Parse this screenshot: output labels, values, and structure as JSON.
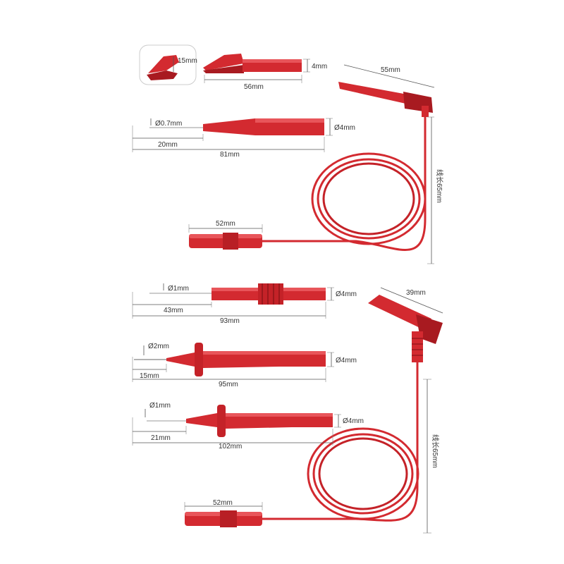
{
  "colors": {
    "probe_red": "#d32a30",
    "probe_dark": "#a81a20",
    "probe_light": "#e8555a",
    "dimension_line": "#555555"
  },
  "labels": {
    "clip_jaw": "15mm",
    "clip_height": "4mm",
    "clip_length": "56mm",
    "hook_length": "55mm",
    "probe1_tip_dia": "Ø0.7mm",
    "probe1_body_dia": "Ø4mm",
    "probe1_tip_len": "20mm",
    "probe1_total": "81mm",
    "socket1_len": "52mm",
    "cable1_len": "线长65mm",
    "probe2_tip_dia": "Ø1mm",
    "probe2_body_dia": "Ø4mm",
    "probe2_tip_len": "43mm",
    "probe2_total": "93mm",
    "angle_len": "39mm",
    "probe3_tip_dia": "Ø2mm",
    "probe3_body_dia": "Ø4mm",
    "probe3_tip_len": "15mm",
    "probe3_total": "95mm",
    "probe4_tip_dia": "Ø1mm",
    "probe4_body_dia": "Ø4mm",
    "probe4_tip_len": "21mm",
    "probe4_total": "102mm",
    "socket2_len": "52mm",
    "cable2_len": "线长65mm"
  }
}
